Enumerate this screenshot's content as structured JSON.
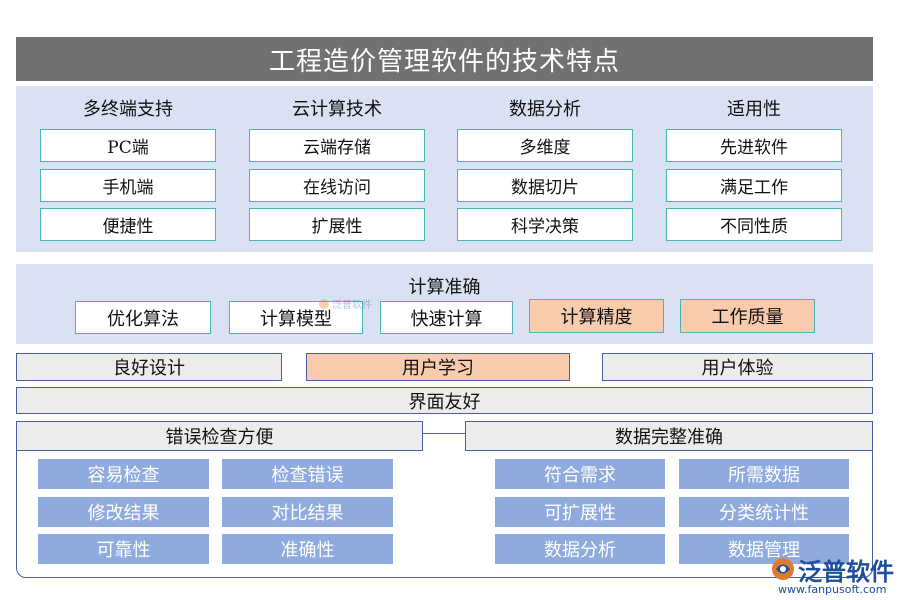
{
  "title": "工程造价管理软件的技术特点",
  "top_columns": [
    {
      "heading": "多终端支持",
      "items": [
        "PC端",
        "手机端",
        "便捷性"
      ]
    },
    {
      "heading": "云计算技术",
      "items": [
        "云端存储",
        "在线访问",
        "扩展性"
      ]
    },
    {
      "heading": "数据分析",
      "items": [
        "多维度",
        "数据切片",
        "科学决策"
      ]
    },
    {
      "heading": "适用性",
      "items": [
        "先进软件",
        "满足工作",
        "不同性质"
      ]
    }
  ],
  "accuracy": {
    "heading": "计算准确",
    "items": [
      "优化算法",
      "计算模型",
      "快速计算",
      "计算精度",
      "工作质量"
    ]
  },
  "design_row": [
    "良好设计",
    "用户学习",
    "用户体验"
  ],
  "interface": "界面友好",
  "error_check": {
    "heading": "错误检查方便",
    "items": [
      "容易检查",
      "检查错误",
      "修改结果",
      "对比结果",
      "可靠性",
      "准确性"
    ]
  },
  "data_integrity": {
    "heading": "数据完整准确",
    "items": [
      "符合需求",
      "所需数据",
      "可扩展性",
      "分类统计性",
      "数据分析",
      "数据管理"
    ]
  },
  "watermark": {
    "brand": "泛普软件",
    "url": "www.fanpusoft.com"
  },
  "colors": {
    "title_bg": "#717171",
    "panel_bg": "#d9e1f2",
    "teal_border": "#4bb3b5",
    "orange_fill": "#f7cbac",
    "blue_button": "#8faadc",
    "navy_border": "#4a5ea0"
  }
}
